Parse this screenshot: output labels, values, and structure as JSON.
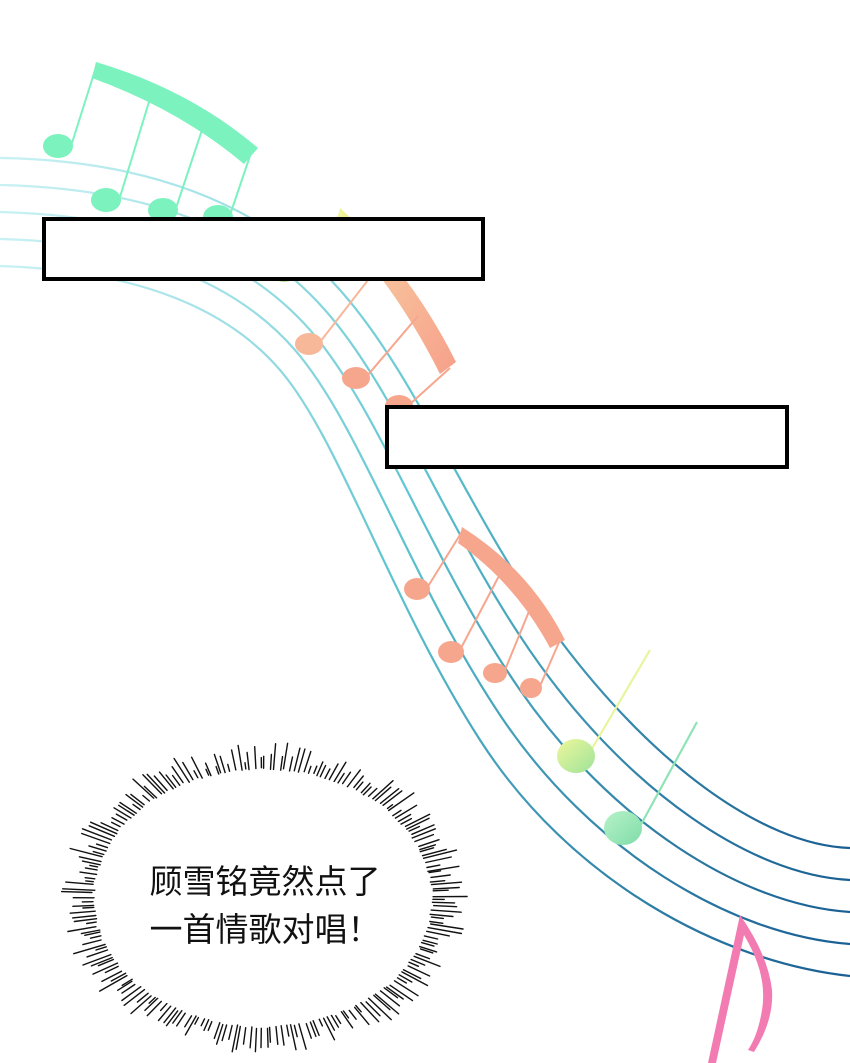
{
  "narration": {
    "line1": "顾雪铭竟然点了",
    "line2": "一首情歌对唱！"
  },
  "colors": {
    "background": "#ffffff",
    "staff_light": "#b9ecee",
    "staff_dark": "#1f6f9a",
    "note_mint": "#7cf2bf",
    "note_salmon": "#f7a68e",
    "note_yellow_green": "#d7f29a",
    "note_pink": "#f27bb1",
    "caption_border": "#000000"
  },
  "icons": [
    "music-staff",
    "beamed-notes-icon",
    "eighth-note-icon",
    "speech-burst"
  ]
}
